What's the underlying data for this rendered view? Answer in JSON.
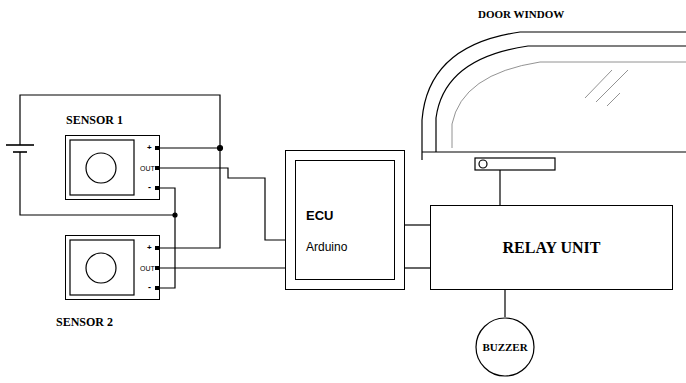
{
  "diagram": {
    "nodes": [
      {
        "text": [
          "SENSOR 1",
          "+",
          "OUT",
          "-"
        ]
      },
      {
        "text": [
          "SENSOR 2",
          "+",
          "OUT",
          "-"
        ]
      },
      {
        "text": [
          "ECU",
          "Arduino"
        ]
      },
      {
        "text": [
          "RELAY UNIT"
        ]
      },
      {
        "text": [
          "BUZZER"
        ]
      }
    ],
    "edges": [
      {
        "from": 0,
        "to": 2,
        "arrow": "none"
      },
      {
        "from": 1,
        "to": 2,
        "arrow": "none"
      },
      {
        "from": 0,
        "to": 1,
        "arrow": "none"
      },
      {
        "from": 2,
        "to": 3,
        "arrow": "none"
      },
      {
        "from": 2,
        "to": 3,
        "arrow": "none"
      },
      {
        "from": 3,
        "to": 4,
        "arrow": "none"
      }
    ],
    "labels": [
      "DOOR WINDOW"
    ]
  }
}
